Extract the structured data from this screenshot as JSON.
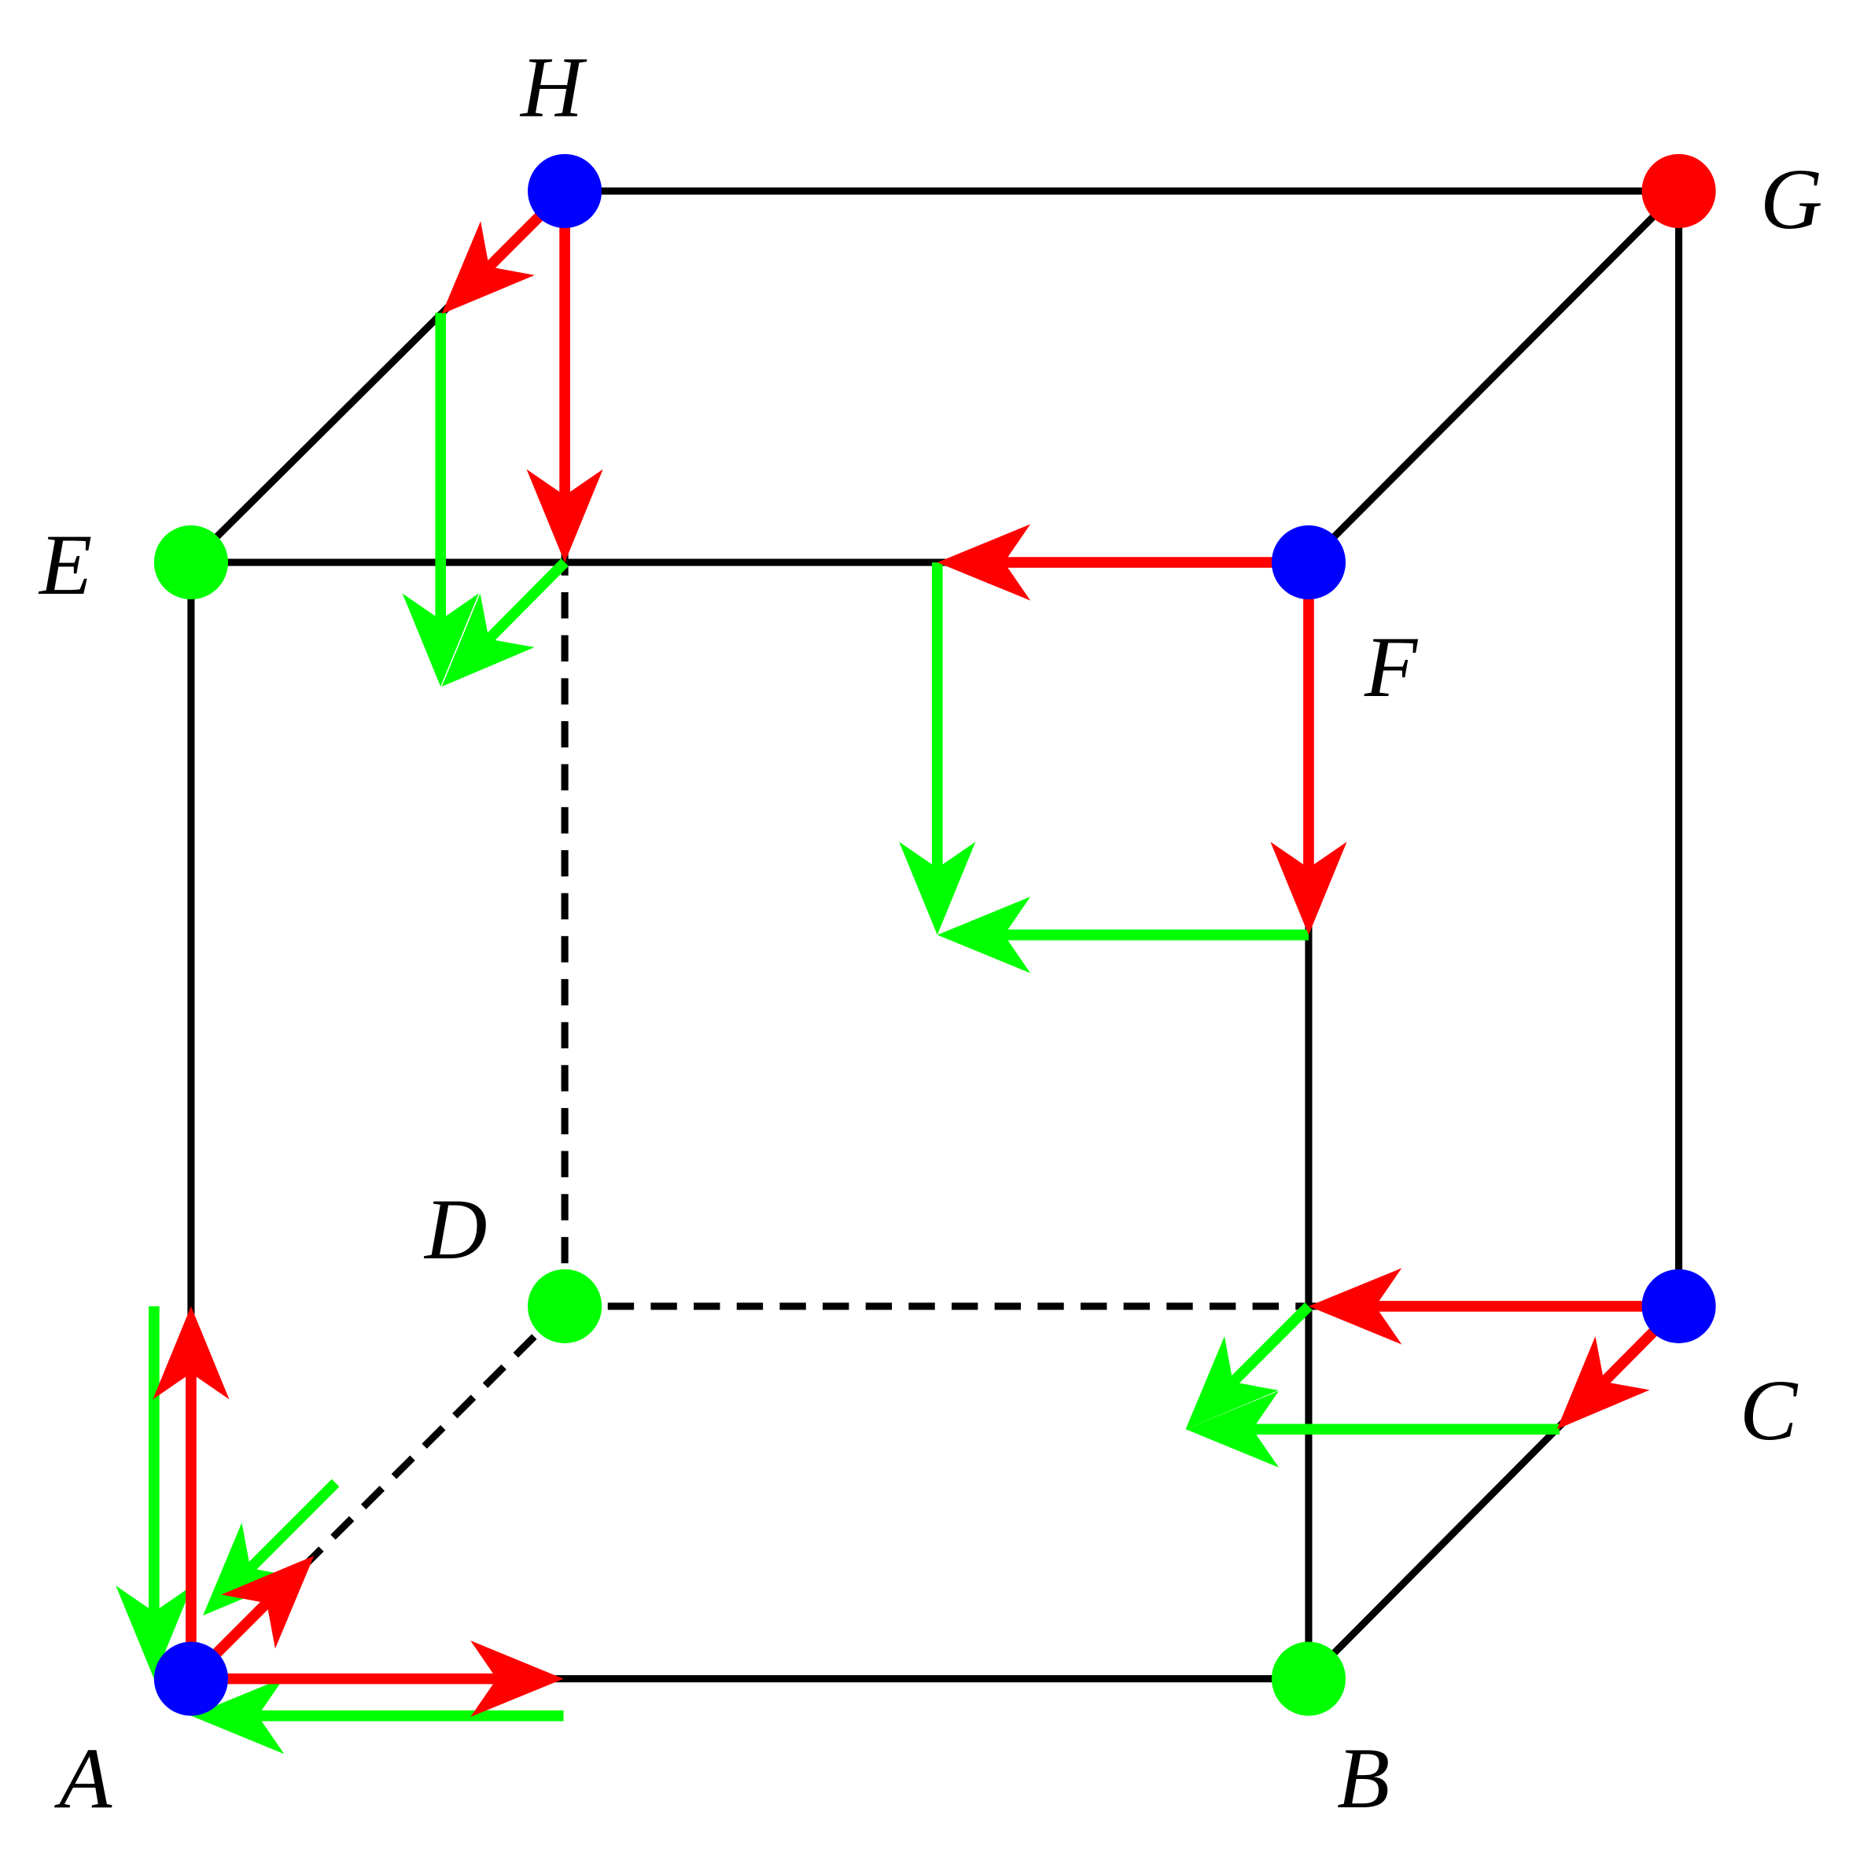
{
  "colors": {
    "edge": "#000000",
    "red": "#ff0000",
    "green": "#00ff00",
    "blue": "#0000ff"
  },
  "vertices": {
    "A": {
      "label": "A",
      "color": "#0000ff"
    },
    "B": {
      "label": "B",
      "color": "#00ff00"
    },
    "C": {
      "label": "C",
      "color": "#0000ff"
    },
    "D": {
      "label": "D",
      "color": "#00ff00"
    },
    "E": {
      "label": "E",
      "color": "#00ff00"
    },
    "F": {
      "label": "F",
      "color": "#0000ff"
    },
    "G": {
      "label": "G",
      "color": "#ff0000"
    },
    "H": {
      "label": "H",
      "color": "#0000ff"
    }
  },
  "edges": [
    {
      "from": "A",
      "to": "B",
      "style": "solid"
    },
    {
      "from": "B",
      "to": "C",
      "style": "solid"
    },
    {
      "from": "C",
      "to": "G",
      "style": "solid"
    },
    {
      "from": "G",
      "to": "H",
      "style": "solid"
    },
    {
      "from": "H",
      "to": "E",
      "style": "solid"
    },
    {
      "from": "E",
      "to": "A",
      "style": "solid"
    },
    {
      "from": "E",
      "to": "F",
      "style": "solid"
    },
    {
      "from": "F",
      "to": "B",
      "style": "solid"
    },
    {
      "from": "F",
      "to": "G",
      "style": "solid"
    },
    {
      "from": "D",
      "to": "A",
      "style": "dashed"
    },
    {
      "from": "D",
      "to": "C",
      "style": "dashed"
    },
    {
      "from": "D",
      "to": "H",
      "style": "dashed"
    }
  ],
  "arrow_groups": [
    {
      "vertex": "A",
      "color": "red",
      "direction": "out",
      "count": 3
    },
    {
      "vertex": "A",
      "color": "green",
      "direction": "in",
      "count": 3
    },
    {
      "vertex": "F",
      "color": "red",
      "direction": "out",
      "count": 2
    },
    {
      "vertex": "F",
      "color": "green",
      "direction": "path",
      "count": 2
    },
    {
      "vertex": "H",
      "color": "red",
      "direction": "out",
      "count": 2
    },
    {
      "vertex": "H",
      "color": "green",
      "direction": "path",
      "count": 2
    },
    {
      "vertex": "C",
      "color": "red",
      "direction": "out",
      "count": 2
    },
    {
      "vertex": "C",
      "color": "green",
      "direction": "path",
      "count": 2
    }
  ]
}
